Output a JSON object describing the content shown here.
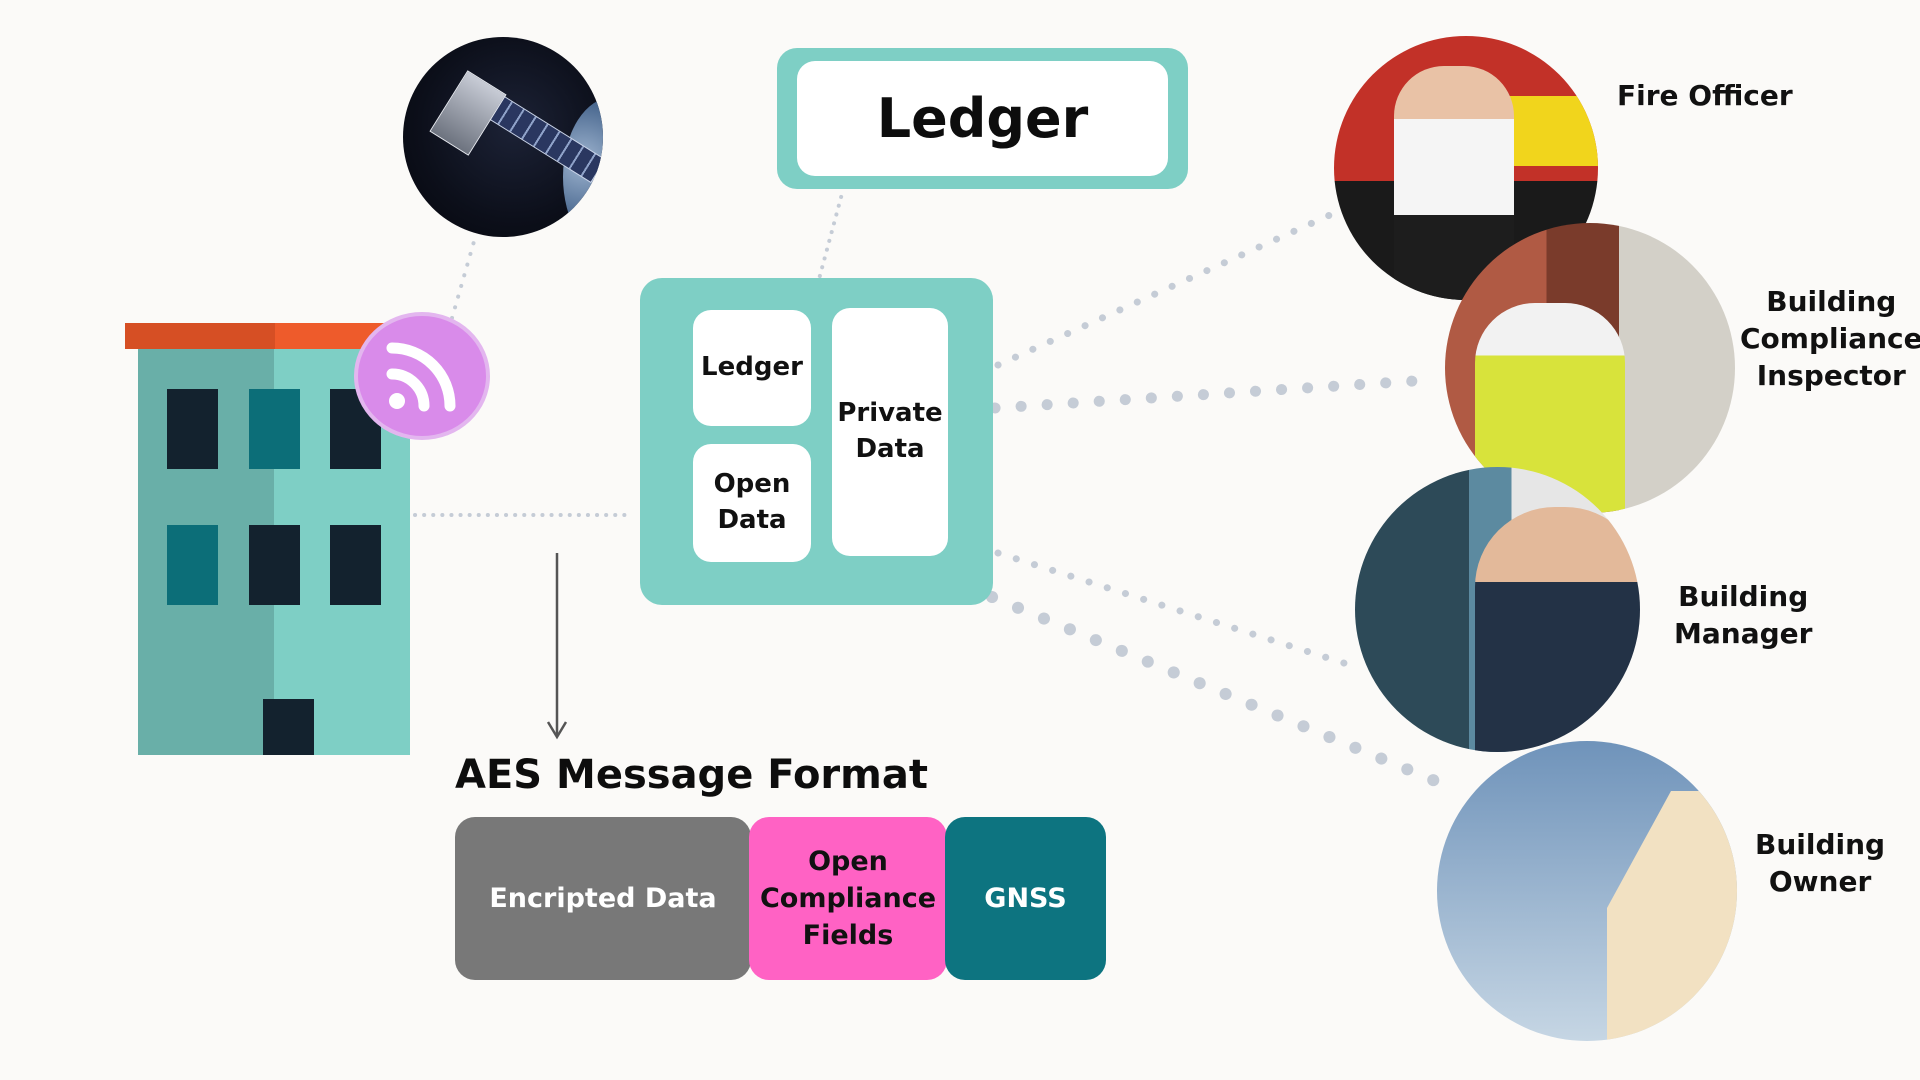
{
  "ledger_header": {
    "title": "Ledger"
  },
  "data_node": {
    "ledger_label": "Ledger",
    "open_data_label": "Open\nData",
    "private_data_label": "Private\nData"
  },
  "aes": {
    "title": "AES Message Format",
    "segments": {
      "encrypted": "Encripted Data",
      "open_compliance": "Open\nCompliance\nFields",
      "gnss": "GNSS"
    }
  },
  "stakeholders": [
    {
      "label": "Fire Officer"
    },
    {
      "label": "Building\nCompliance\nInspector"
    },
    {
      "label": "Building\nManager"
    },
    {
      "label": "Building\nOwner"
    }
  ],
  "icons": {
    "satellite": "satellite-icon",
    "wifi": "wifi-signal-icon",
    "building": "building-icon"
  },
  "colors": {
    "teal": "#7ecfc5",
    "dark_teal": "#0d7480",
    "magenta": "#ff62c4",
    "grey": "#787878",
    "purple": "#d98bea",
    "roof_orange": "#ee5b2b",
    "dot": "#c5ccd6"
  }
}
